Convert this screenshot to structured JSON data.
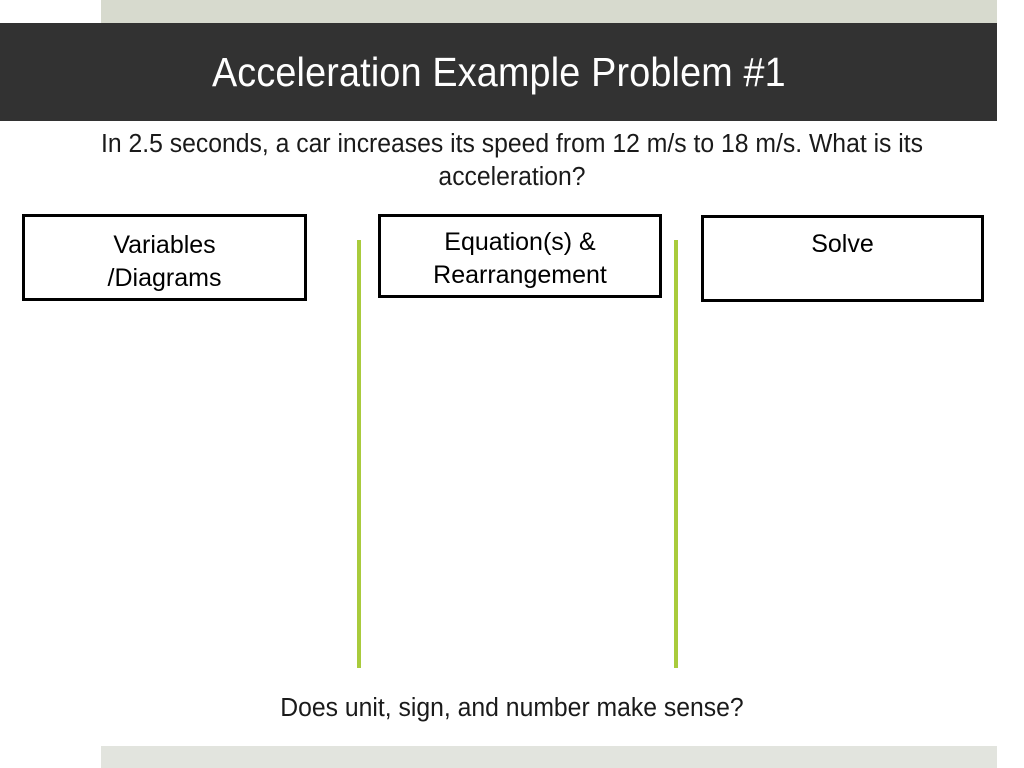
{
  "slide": {
    "title": "Acceleration Example Problem #1",
    "problem_statement": "In 2.5 seconds, a car increases its speed from 12 m/s to 18 m/s. What is its acceleration?",
    "footer_question": "Does unit, sign, and number make sense?",
    "steps": [
      {
        "label": "Variables\n/Diagrams"
      },
      {
        "label": "Equation(s) &\nRearrangement"
      },
      {
        "label": "Solve"
      }
    ],
    "colors": {
      "title_bar_background": "#323232",
      "title_text": "#ffffff",
      "band": "#d7dace",
      "band_bottom": "#e2e4de",
      "divider_green": "#a9cb3c",
      "box_border": "#000000",
      "body_text": "#1a1a1a",
      "slide_background": "#ffffff"
    }
  }
}
